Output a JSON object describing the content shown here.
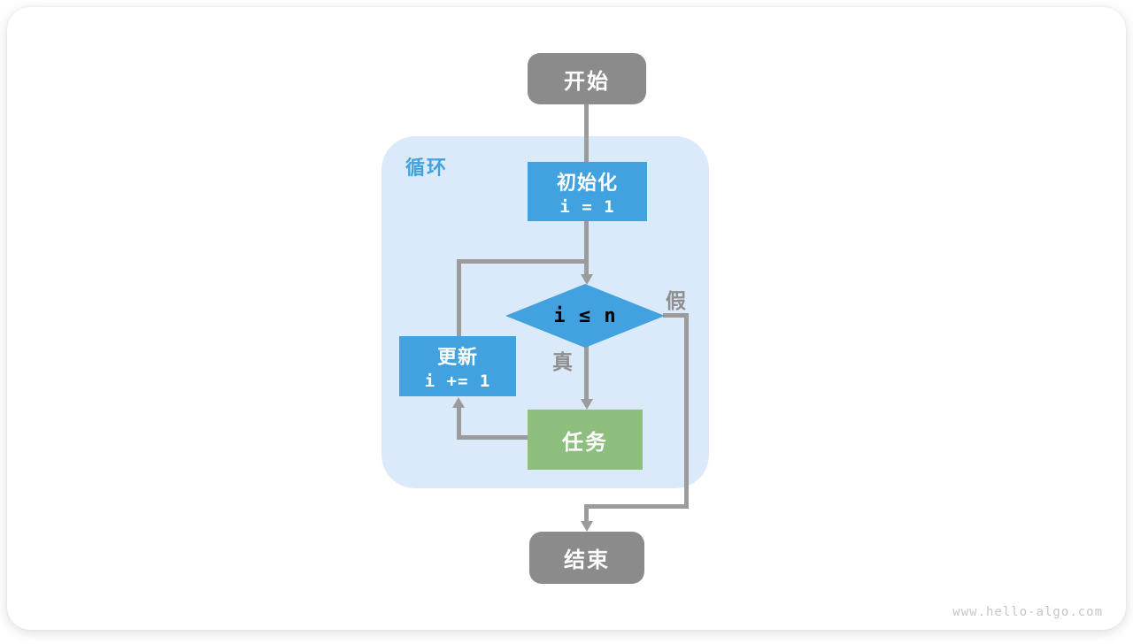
{
  "watermark": "www.hello-algo.com",
  "colors": {
    "node_blue": "#42a2e0",
    "node_green": "#8ebe7e",
    "node_gray": "#8b8b8b",
    "loop_background": "#dbeafa",
    "connector_gray": "#9b9b9b",
    "branch_label_gray": "#8e8e8e",
    "watermark_gray": "#c6c6c6"
  },
  "flowchart": {
    "start": {
      "label": "开始"
    },
    "loop": {
      "label": "循环"
    },
    "init": {
      "title": "初始化",
      "code": "i = 1"
    },
    "condition": {
      "expr": "i ≤ n"
    },
    "branches": {
      "true_label": "真",
      "false_label": "假"
    },
    "update": {
      "title": "更新",
      "code": "i += 1"
    },
    "task": {
      "label": "任务"
    },
    "end": {
      "label": "结束"
    }
  }
}
